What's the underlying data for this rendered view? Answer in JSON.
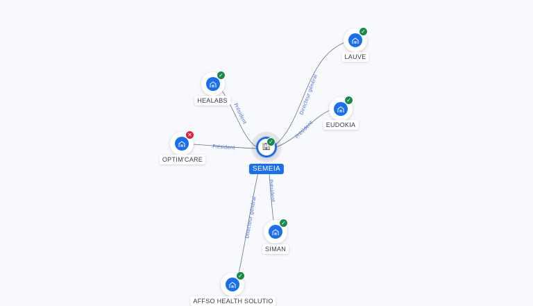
{
  "center": {
    "name": "SEMEIA",
    "status": "active"
  },
  "nodes": [
    {
      "name": "HEALABS",
      "status": "active",
      "relation": "Président"
    },
    {
      "name": "LAUVE",
      "status": "active",
      "relation": "Directeur général"
    },
    {
      "name": "EUDOKIA",
      "status": "active",
      "relation": "Président"
    },
    {
      "name": "OPTIM'CARE",
      "status": "closed",
      "relation": "Président"
    },
    {
      "name": "SIMAN",
      "status": "active",
      "relation": "Président"
    },
    {
      "name": "AFFSO HEALTH SOLUTIO",
      "status": "active",
      "relation": "Directeur général"
    }
  ],
  "colors": {
    "accent": "#1a6ef0",
    "ok": "#178a4c",
    "ko": "#e0203f",
    "edge": "#6b7180",
    "edge_label": "#4a6fe0"
  },
  "icons": {
    "company": "building-icon",
    "ok": "check-icon",
    "ko": "cross-icon"
  }
}
